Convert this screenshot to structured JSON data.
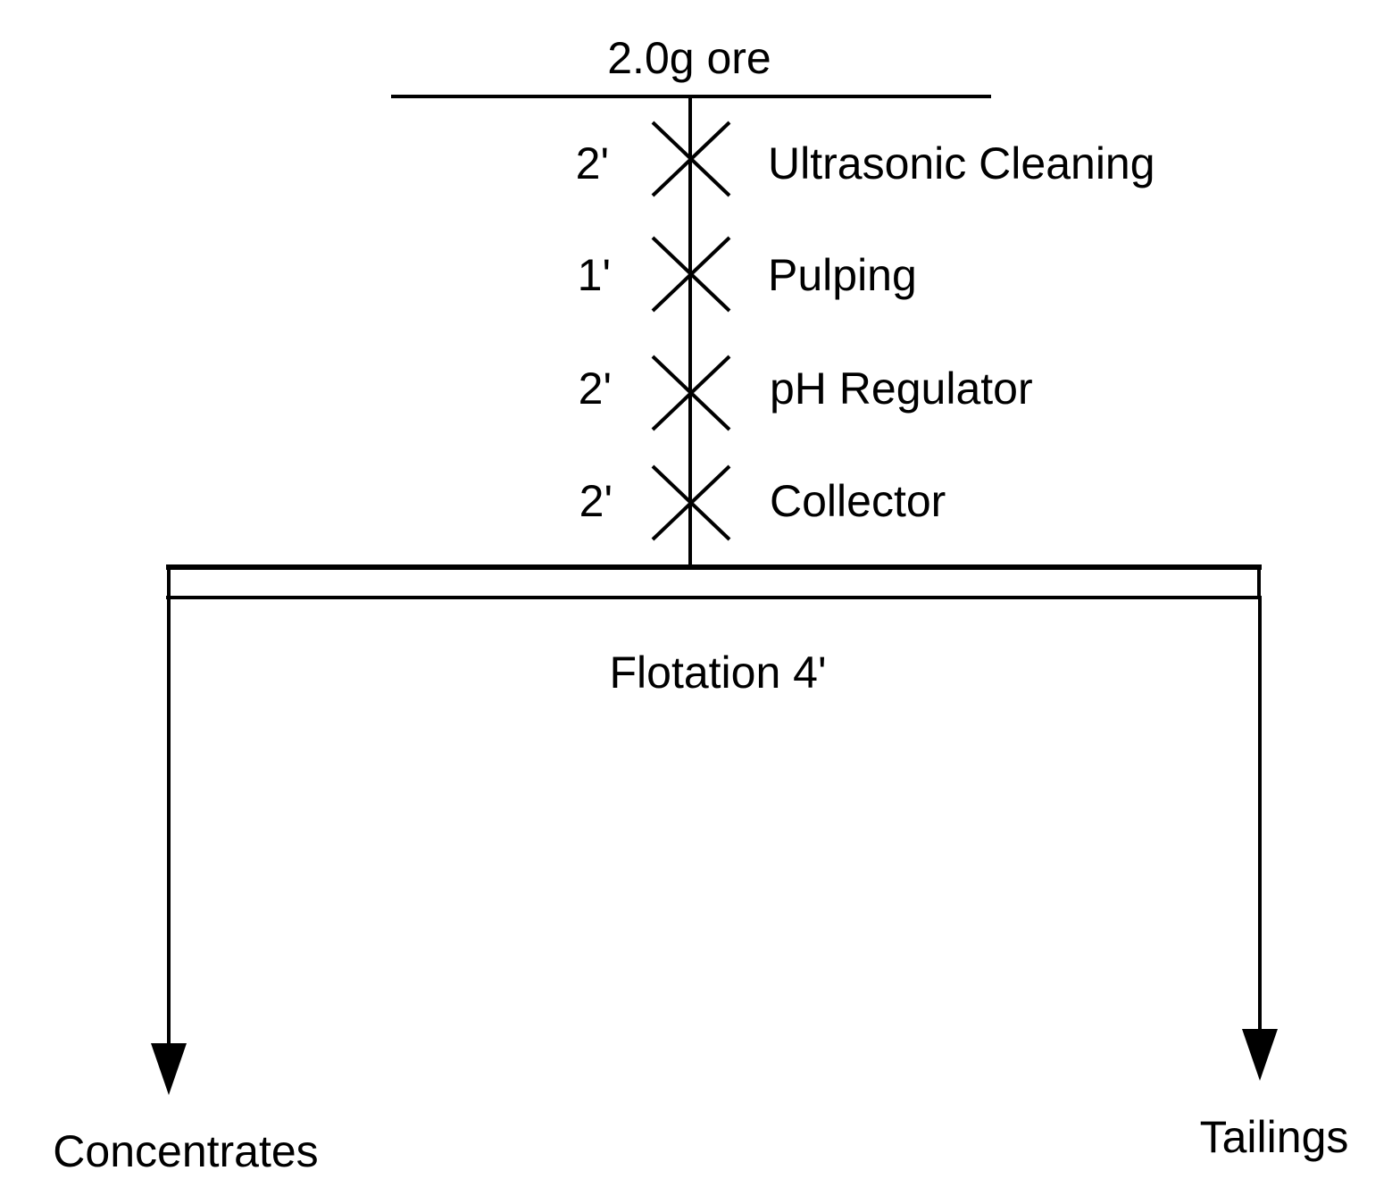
{
  "feed": {
    "label": "2.0g ore"
  },
  "steps": [
    {
      "time": "2'",
      "label": "Ultrasonic Cleaning"
    },
    {
      "time": "1'",
      "label": "Pulping"
    },
    {
      "time": "2'",
      "label": "pH Regulator"
    },
    {
      "time": "2'",
      "label": "Collector"
    }
  ],
  "flotation": {
    "label": "Flotation 4'"
  },
  "products": {
    "left": "Concentrates",
    "right": "Tailings"
  },
  "colors": {
    "line": "#000000",
    "background": "#ffffff"
  }
}
